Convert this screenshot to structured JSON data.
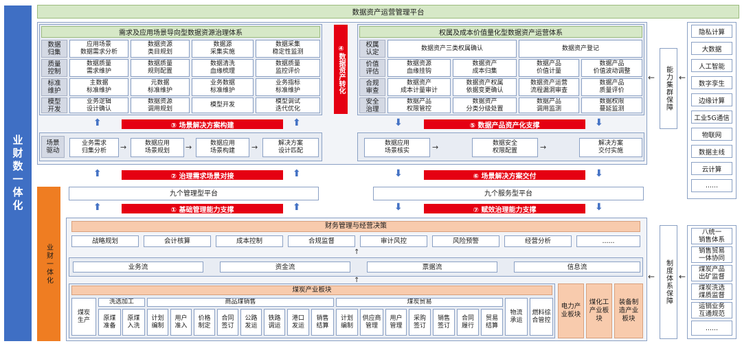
{
  "platform_title": "数据资产运营管理平台",
  "left_vertical": "业财数一体化",
  "left_inner_vertical": "业财一体化",
  "left_panel": {
    "title": "需求及应用场景导向型数据资源治理体系",
    "rows": [
      {
        "label": "数据\n归集",
        "cells": [
          "应用场景\n数据需求分析",
          "数据资源\n类目规划",
          "数据源\n采集实施",
          "数据采集\n稳定性监测"
        ]
      },
      {
        "label": "质量\n控制",
        "cells": [
          "数据质量\n需求维护",
          "数据质量\n规则配置",
          "数据清洗\n血缘梳理",
          "数据质量\n监控评价"
        ]
      },
      {
        "label": "标准\n维护",
        "cells": [
          "主数据\n标准维护",
          "元数据\n标准维护",
          "业务数据\n标准维护",
          "业务指标\n标准维护"
        ]
      },
      {
        "label": "模型\n开发",
        "cells": [
          "业务逻辑\n设计确认",
          "数据资源\n调用规划",
          "模型开发",
          "模型调试\n迭代优化"
        ]
      }
    ],
    "scene_label": "场景\n驱动",
    "flow": [
      "业务需求\n归集分析",
      "数据应用\n场景规划",
      "数据应用\n场景构建",
      "解决方案\n设计匹配"
    ]
  },
  "center_red": "④数据资产转化",
  "right_panel": {
    "title": "权属及成本价值量化型数据资产运营体系",
    "row1": {
      "label": "权属\n认定",
      "cells": [
        "数据资产三类权属确认",
        "数据资产登记"
      ]
    },
    "rows": [
      {
        "label": "价值\n评估",
        "cells": [
          "数据资源\n血缘挂钩",
          "数据资产\n成本归集",
          "数据产品\n价值计量",
          "数据产品\n价值波动调整"
        ]
      },
      {
        "label": "合规\n审查",
        "cells": [
          "数据资产\n成本计量审计",
          "数据资产权属\n依据变更确认",
          "数据资产运营\n流程漏洞审查",
          "数据产品\n质量评价"
        ]
      },
      {
        "label": "安全\n治理",
        "cells": [
          "数据产品\n权限管控",
          "数据资产\n分类分级处置",
          "数据产品\n调用监测",
          "数据权限\n蔓延监测"
        ]
      }
    ],
    "flow": [
      "数据应用\n场景核实",
      "数据安全\n权限配置",
      "解决方案\n交付实施"
    ]
  },
  "red_bars": {
    "b3": "③ 场景解决方案构建",
    "b5": "⑤ 数据产品资产化支撑",
    "b2": "② 治理需求场景对接",
    "b6": "⑥ 场景解决方案交付",
    "b1": "① 基础管理能力支撑",
    "b7": "⑦ 赋效治理能力支撑"
  },
  "nine_mgmt": "九个管理型平台",
  "nine_service": "九个服务型平台",
  "finance": {
    "title": "财务管理与经营决策",
    "items": [
      "战略规划",
      "会计核算",
      "成本控制",
      "合规监督",
      "审计风控",
      "风险预警",
      "经营分析",
      "......"
    ]
  },
  "flows": [
    "业务流",
    "资金流",
    "票据流",
    "信息流"
  ],
  "coal": {
    "title": "煤炭产业板块",
    "production": "煤炭\n生产",
    "washing_title": "洗选加工",
    "washing": [
      "原煤\n准备",
      "原煤\n入洗"
    ],
    "sales_title": "商品煤销售",
    "sales": [
      "计划\n编制",
      "用户\n准入",
      "价格\n制定",
      "合同\n签订",
      "公路\n发运",
      "铁路\n调运",
      "港口\n发运",
      "销售\n结算"
    ],
    "trade_title": "煤炭贸易",
    "trade": [
      "计划\n编制",
      "供应商\n管理",
      "用户\n管理",
      "采购\n签订",
      "销售\n签订",
      "合同\n履行",
      "贸易\n结算"
    ],
    "logistics": "物流\n承运",
    "fuel": "燃料综\n合管控"
  },
  "sectors": [
    "电力产\n业板块",
    "煤化工\n产业板\n块",
    "装备制\n造产业\n板块"
  ],
  "capability_label": "能力集群保障",
  "capability_items": [
    "隐私计算",
    "大数据",
    "人工智能",
    "数字孪生",
    "边缘计算",
    "工业5G通信",
    "物联网",
    "数据主线",
    "云计算",
    "......"
  ],
  "system_label": "制度体系保障",
  "system_items": [
    "八统一\n销售体系",
    "销售贸易\n一体协同",
    "煤炭产品\n出矿监督",
    "煤炭洗选\n煤质监督",
    "运销业务\n互通规范",
    "......"
  ]
}
